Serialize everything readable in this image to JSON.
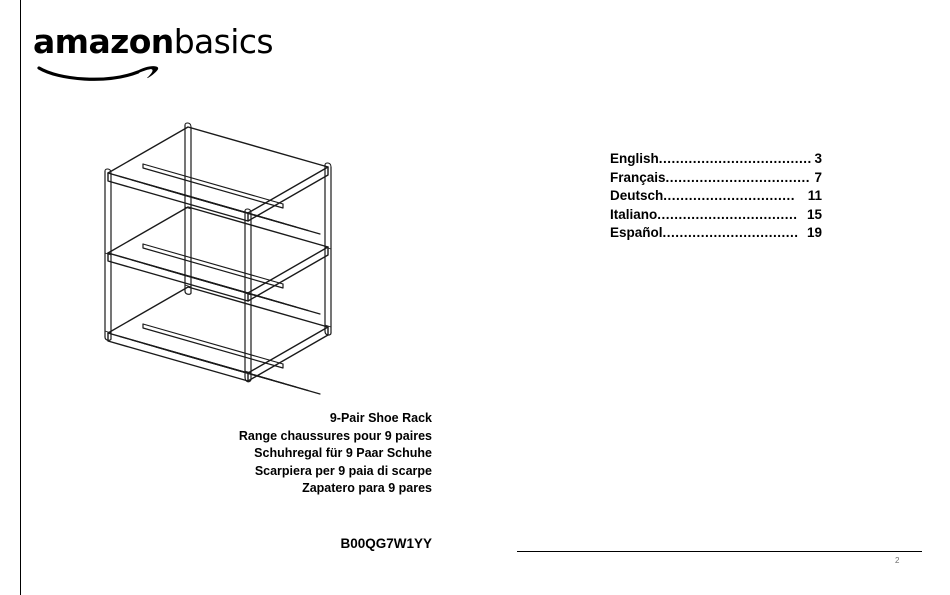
{
  "brand": {
    "logo_primary": "amazon",
    "logo_secondary": "basics",
    "swoosh_icon": "amazon-smile-swoosh"
  },
  "illustration": {
    "alt_name": "shoe-rack-line-drawing",
    "description": "Three-tier metal shoe rack isometric line drawing"
  },
  "toc": {
    "entries": [
      {
        "language": "English",
        "dots": "....................................",
        "page": "3"
      },
      {
        "language": "Français",
        "dots": "..................................",
        "page": "7"
      },
      {
        "language": "Deutsch",
        "dots": "...............................",
        "page": "11"
      },
      {
        "language": "Italiano",
        "dots": ".................................",
        "page": "15"
      },
      {
        "language": "Español",
        "dots": "................................",
        "page": "19"
      }
    ]
  },
  "product": {
    "titles": [
      "9-Pair Shoe Rack",
      "Range chaussures pour 9 paires",
      "Schuhregal für 9 Paar Schuhe",
      "Scarpiera per 9 paia di scarpe",
      "Zapatero para 9 pares"
    ],
    "model_number": "B00QG7W1YY"
  },
  "footer": {
    "page_number": "2"
  }
}
